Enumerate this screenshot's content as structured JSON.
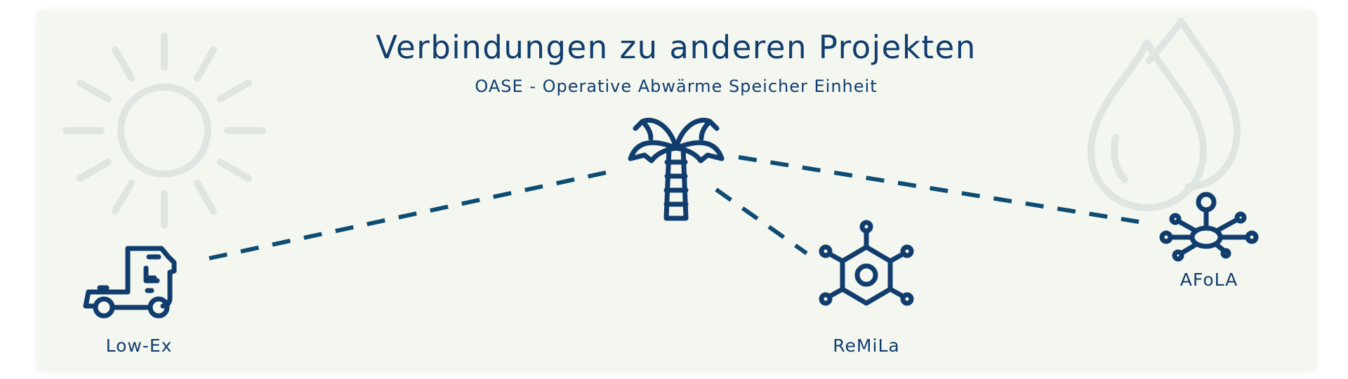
{
  "title": "Verbindungen zu anderen Projekten",
  "subtitle": "OASE - Operative Abwärme Speicher Einheit",
  "center_node": {
    "icon": "palm-tree-icon"
  },
  "nodes": [
    {
      "id": "low-ex",
      "label": "Low-Ex",
      "icon": "truck-icon"
    },
    {
      "id": "remila",
      "label": "ReMiLa",
      "icon": "molecule-icon"
    },
    {
      "id": "afola",
      "label": "AFoLA",
      "icon": "network-node-icon"
    }
  ],
  "background_icons": [
    "sun-icon",
    "water-drops-icon"
  ],
  "colors": {
    "background": "#f4f7ef",
    "primary": "#113d6e",
    "connector": "#0f4c73",
    "watermark": "#dfe6e1"
  }
}
